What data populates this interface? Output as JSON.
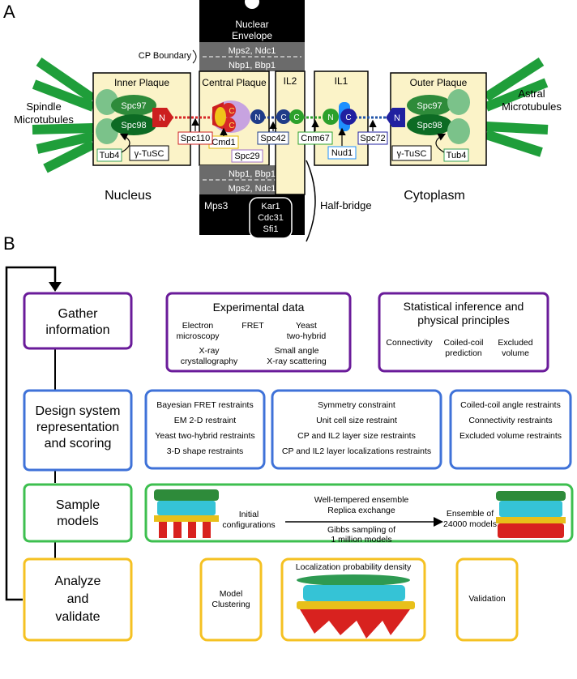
{
  "panel_a": {
    "label": "A",
    "nuclear_envelope": [
      "Nuclear",
      "Envelope"
    ],
    "cp_boundary": "CP Boundary",
    "layers": {
      "inner_plaque": "Inner Plaque",
      "central_plaque": "Central Plaque",
      "il2": "IL2",
      "il1": "IL1",
      "outer_plaque": "Outer Plaque"
    },
    "spindle_microtubules": [
      "Spindle",
      "Microtubules"
    ],
    "astral_microtubules": [
      "Astral",
      "Microtubules"
    ],
    "nucleus": "Nucleus",
    "cytoplasm": "Cytoplasm",
    "half_bridge": "Half-bridge",
    "proteins": {
      "spc97": "Spc97",
      "spc98": "Spc98",
      "tub4": "Tub4",
      "gamma_tusc": "γ-TuSC",
      "spc110": "Spc110",
      "cmd1": "Cmd1",
      "spc29": "Spc29",
      "spc42": "Spc42",
      "cnm67": "Cnm67",
      "nud1": "Nud1",
      "spc72": "Spc72",
      "mps3": "Mps3",
      "kar1": "Kar1",
      "cdc31": "Cdc31",
      "sfi1": "Sfi1",
      "mps2_ndc1": "Mps2, Ndc1",
      "nbp1_bbp1": "Nbp1, Bbp1"
    },
    "termini": {
      "n": "N",
      "c": "C"
    }
  },
  "panel_b": {
    "label": "B",
    "stages": [
      {
        "title": [
          "Gather",
          "information"
        ],
        "color": "#6a1b9a"
      },
      {
        "title": [
          "Design system",
          "representation",
          "and scoring"
        ],
        "color": "#3f72d8"
      },
      {
        "title": [
          "Sample",
          "models"
        ],
        "color": "#3dbf4f"
      },
      {
        "title": [
          "Analyze",
          "and",
          "validate"
        ],
        "color": "#f5c122"
      }
    ],
    "experimental": {
      "title": "Experimental data",
      "items": [
        [
          "Electron",
          "microscopy"
        ],
        [
          "FRET"
        ],
        [
          "Yeast",
          "two-hybrid"
        ],
        [
          "X-ray",
          "crystallography"
        ],
        [
          "Small angle",
          "X-ray scattering"
        ]
      ]
    },
    "statistical": {
      "title": [
        "Statistical inference and",
        "physical principles"
      ],
      "items": [
        [
          "Connectivity"
        ],
        [
          "Coiled-coil",
          "prediction"
        ],
        [
          "Excluded",
          "volume"
        ]
      ]
    },
    "restraints_1": [
      "Bayesian FRET restraints",
      "EM 2-D restraint",
      "Yeast two-hybrid restraints",
      "3-D shape restraints"
    ],
    "restraints_2": [
      "Symmetry constraint",
      "Unit cell size restraint",
      "CP and IL2 layer size restraints",
      "CP and IL2 layer localizations restraints"
    ],
    "restraints_3": [
      "Coiled-coil angle restraints",
      "Connectivity restraints",
      "Excluded volume restraints"
    ],
    "sampling": {
      "initial": [
        "Initial",
        "configurations"
      ],
      "method": [
        "Well-tempered ensemble",
        "Replica exchange"
      ],
      "gibbs": [
        "Gibbs sampling of",
        "1 million models"
      ],
      "ensemble": [
        "Ensemble of",
        "24000 models"
      ]
    },
    "analysis": {
      "clustering": [
        "Model",
        "Clustering"
      ],
      "density": "Localization probability density",
      "validation": "Validation"
    }
  }
}
